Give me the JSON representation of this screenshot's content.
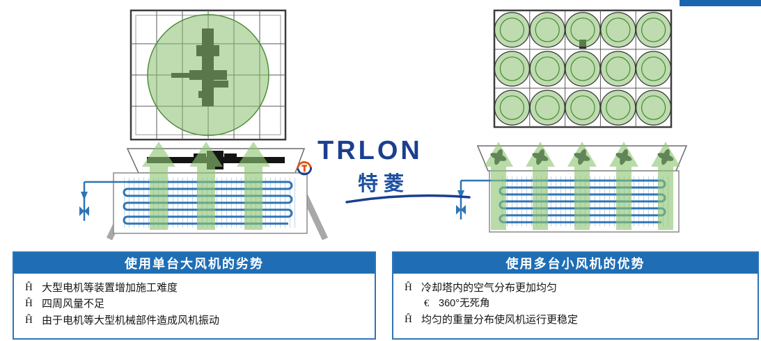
{
  "page": {
    "corner_strip_color": "#1c66b0",
    "colors": {
      "header_blue": "#1f6eb5",
      "panel_border_blue": "#2e75b6",
      "airflow_green": "#8cc370",
      "coil_blue": "#2e74b5",
      "logo_navy": "#1b3e8f",
      "logo_orange": "#e8500f"
    }
  },
  "logo": {
    "brand": "TRLON",
    "brand_cn": "特菱"
  },
  "panels": {
    "left": {
      "title": "使用单台大风机的劣势",
      "bullets": [
        {
          "marker": "Ĥ",
          "text": "大型电机等装置增加施工难度"
        },
        {
          "marker": "Ĥ",
          "text": "四周风量不足"
        },
        {
          "marker": "Ĥ",
          "text": "由于电机等大型机械部件造成风机振动"
        }
      ]
    },
    "right": {
      "title": "使用多台小风机的优势",
      "bullets": [
        {
          "marker": "Ĥ",
          "text": "冷却塔内的空气分布更加均匀"
        },
        {
          "marker": "€",
          "text": "360°无死角"
        },
        {
          "marker": "Ĥ",
          "text": "均匀的重量分布使风机运行更稳定"
        }
      ]
    }
  }
}
